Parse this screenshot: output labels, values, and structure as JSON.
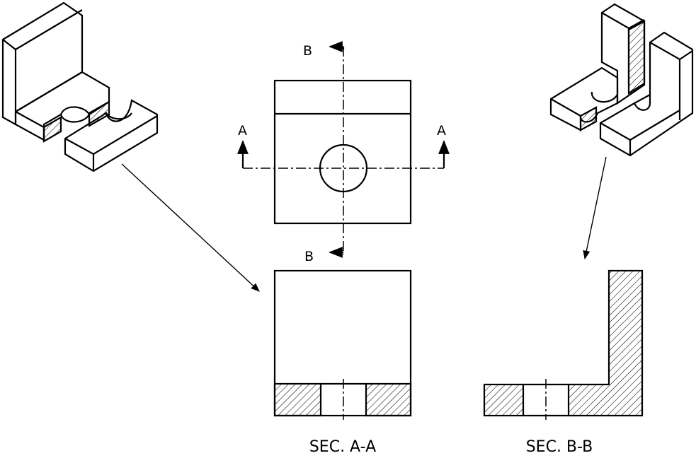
{
  "labels": {
    "cut_b_top": "B",
    "cut_b_bottom": "B",
    "cut_a_left": "A",
    "cut_a_right": "A",
    "section_a_caption": "SEC. A-A",
    "section_b_caption": "SEC. B-B"
  },
  "colors": {
    "line": "#000000",
    "background": "#ffffff"
  }
}
